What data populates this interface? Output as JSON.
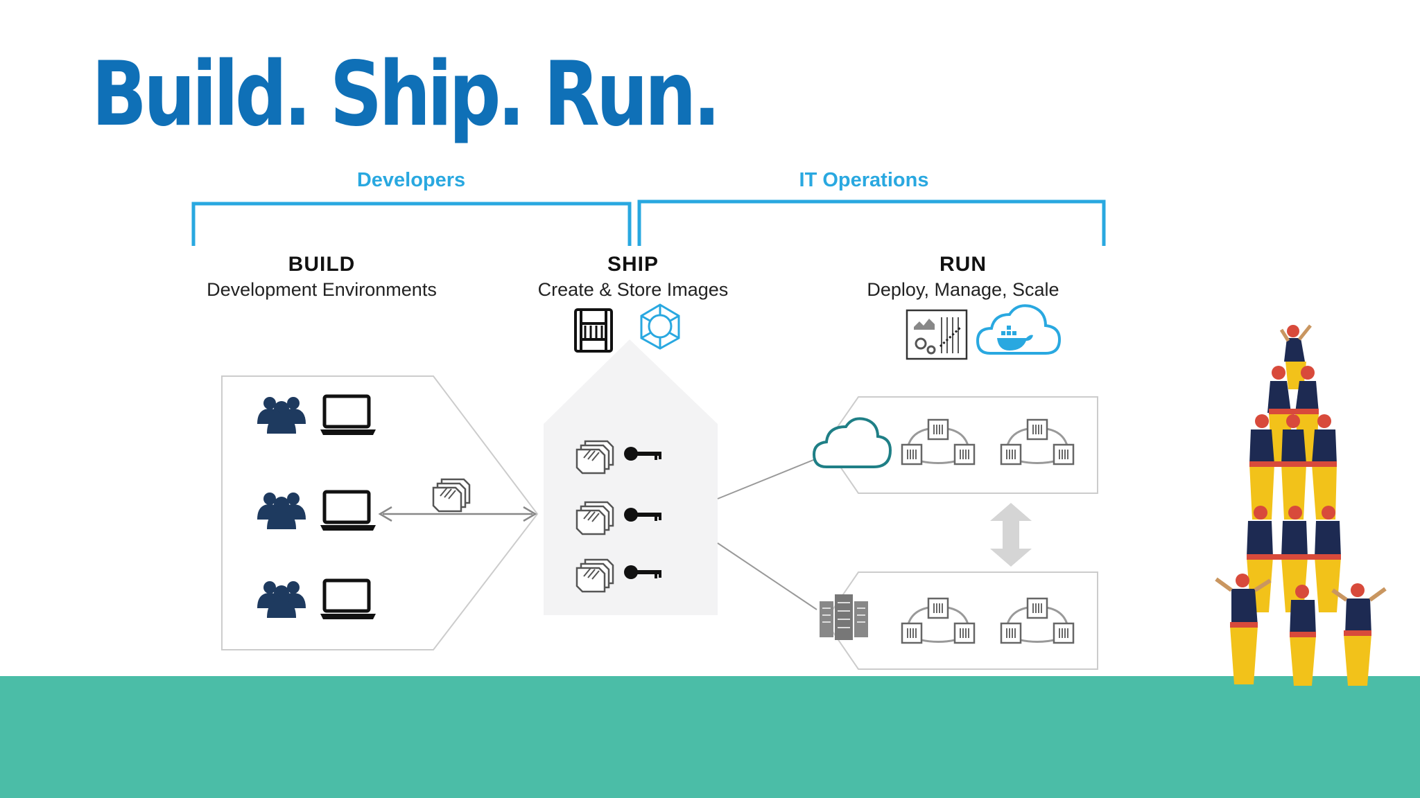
{
  "slide": {
    "title": "Build. Ship. Run.",
    "groups": {
      "developers": "Developers",
      "it_operations": "IT Operations"
    },
    "stages": {
      "build": {
        "title": "BUILD",
        "subtitle": "Development Environments"
      },
      "ship": {
        "title": "SHIP",
        "subtitle": "Create & Store Images"
      },
      "run": {
        "title": "RUN",
        "subtitle": "Deploy, Manage, Scale"
      }
    }
  },
  "colors": {
    "title": "#0f70b7",
    "bracket": "#29a8e0",
    "footer": "#4bbda7",
    "icon_dark": "#1e3a5f",
    "cloud_teal": "#1f7f86",
    "docker_blue": "#29a8e0"
  },
  "icons": {
    "build_rows": [
      "people-group-icon",
      "laptop-icon"
    ],
    "ship_top": [
      "registry-rack-icon",
      "hub-wheel-icon"
    ],
    "ship_rows": [
      "image-stack-icon",
      "key-icon"
    ],
    "run_top": [
      "dashboard-panel-icon",
      "docker-cloud-icon"
    ],
    "run_targets": [
      "cloud-icon",
      "datacenter-server-icon"
    ],
    "run_nodes": [
      "container-cluster-icon"
    ]
  }
}
